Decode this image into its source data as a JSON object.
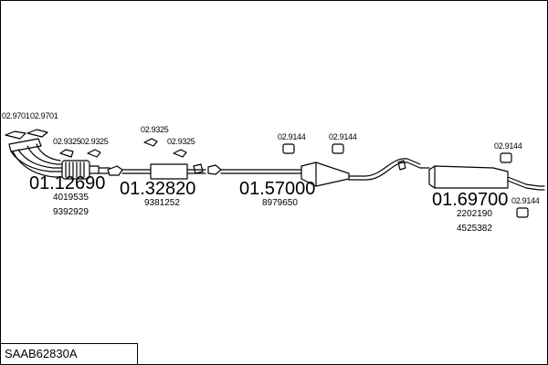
{
  "kit_code": "SAAB62830A",
  "bracket_codes": [
    "02.9701",
    "02.9701",
    "02.9325",
    "02.9325",
    "02.9325",
    "02.9325",
    "02.9144",
    "02.9144",
    "02.9144",
    "02.9144"
  ],
  "parts": [
    {
      "code": "01.12690",
      "oem": [
        "4019535",
        "9392929"
      ]
    },
    {
      "code": "01.32820",
      "oem": [
        "9381252"
      ]
    },
    {
      "code": "01.57000",
      "oem": [
        "8979650"
      ]
    },
    {
      "code": "01.69700",
      "oem": [
        "2202190",
        "4525382"
      ]
    }
  ]
}
